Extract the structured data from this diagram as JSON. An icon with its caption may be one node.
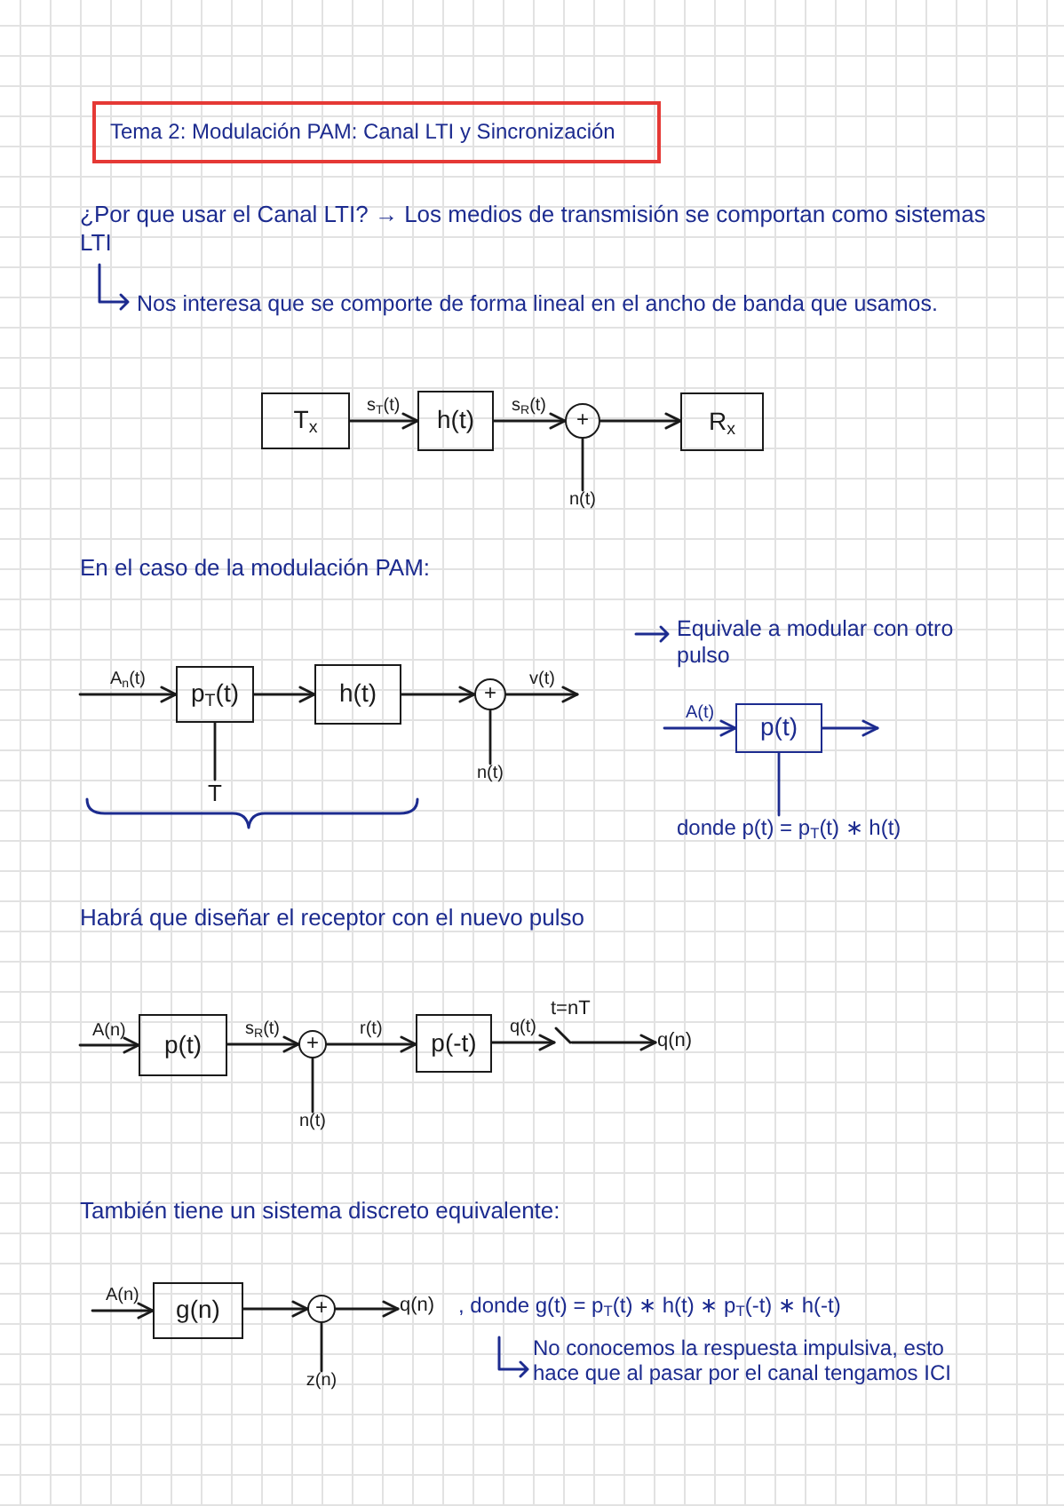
{
  "diagram": {
    "title": "Tema 2: Modulación PAM: Canal LTI y Sincronización",
    "nodes": [
      {
        "text": [
          "T$_{x}$"
        ]
      },
      {
        "text": [
          "h(t)"
        ]
      },
      {
        "text": [
          "+"
        ]
      },
      {
        "text": [
          "R$_{x}$"
        ]
      },
      {
        "text": [
          "n(t)"
        ]
      },
      {
        "text": [
          "p$_{T}$(t)"
        ]
      },
      {
        "text": [
          "h(t)"
        ]
      },
      {
        "text": [
          "+"
        ]
      },
      {
        "text": [
          "n(t)"
        ]
      },
      {
        "text": [
          "T"
        ]
      },
      {
        "text": [
          "p(t)"
        ]
      },
      {
        "text": [
          "donde p(t) = p$_{T}$(t) ∗ h(t)"
        ]
      },
      {
        "text": [
          "p(t)"
        ]
      },
      {
        "text": [
          "+"
        ]
      },
      {
        "text": [
          "n(t)"
        ]
      },
      {
        "text": [
          "p(-t)"
        ]
      },
      {
        "text": [],
        "shape": "switch",
        "beside": [
          "t=nT"
        ]
      },
      {
        "text": [
          "q(n)"
        ]
      },
      {
        "text": [
          "g(n)"
        ]
      },
      {
        "text": [
          "+"
        ]
      },
      {
        "text": [
          "z(n)"
        ]
      },
      {
        "text": [
          "q(n)"
        ]
      }
    ],
    "edges": [
      {
        "from": 0,
        "to": 1,
        "arrow": "to",
        "label": "s$_{T}$(t)"
      },
      {
        "from": 1,
        "to": 2,
        "arrow": "to",
        "label": "s$_{R}$(t)"
      },
      {
        "from": 2,
        "to": 3,
        "arrow": "to"
      },
      {
        "from": 4,
        "to": 2,
        "arrow": "none"
      },
      {
        "from": null,
        "to": 5,
        "arrow": "to",
        "label": "A$_{n}$(t)"
      },
      {
        "from": 5,
        "to": 6,
        "arrow": "to"
      },
      {
        "from": 6,
        "to": 7,
        "arrow": "to"
      },
      {
        "from": 7,
        "to": null,
        "arrow": "to",
        "label": "v(t)"
      },
      {
        "from": 9,
        "to": 5,
        "arrow": "none"
      },
      {
        "from": 8,
        "to": 7,
        "arrow": "none"
      },
      {
        "from": null,
        "to": 10,
        "arrow": "to",
        "label": "A(t)",
        "color": "#1c2b8f"
      },
      {
        "from": 10,
        "to": null,
        "arrow": "to",
        "color": "#1c2b8f"
      },
      {
        "from": 11,
        "to": 10,
        "arrow": "none",
        "color": "#1c2b8f"
      },
      {
        "from": null,
        "to": 12,
        "arrow": "to",
        "label": "A(n)"
      },
      {
        "from": 12,
        "to": 13,
        "arrow": "to",
        "label": "s$_{R}$(t)"
      },
      {
        "from": 14,
        "to": 13,
        "arrow": "none"
      },
      {
        "from": 13,
        "to": 15,
        "arrow": "to",
        "label": "r(t)"
      },
      {
        "from": 15,
        "to": 16,
        "arrow": "to",
        "label": "q(t)"
      },
      {
        "from": 16,
        "to": 17,
        "arrow": "to"
      },
      {
        "from": null,
        "to": 18,
        "arrow": "to",
        "label": "A(n)"
      },
      {
        "from": 18,
        "to": 19,
        "arrow": "to"
      },
      {
        "from": 20,
        "to": 19,
        "arrow": "none"
      },
      {
        "from": 19,
        "to": 21,
        "arrow": "to"
      }
    ],
    "labels": [
      "¿Por que usar el Canal LTI? → Los medios de transmisión se comportan como sistemas LTI",
      "Nos interesa que se comporte de forma lineal en el ancho de banda que usamos.",
      "En el caso de la modulación PAM:",
      "Equivale a modular con otro pulso",
      "Habrá que diseñar el receptor con el nuevo pulso",
      "También tiene un sistema discreto equivalente:",
      ", donde g(t) = p$_{T}$(t) ∗ h(t) ∗ p$_{T}$(-t) ∗ h(-t)",
      "No conocemos la respuesta impulsiva, esto hace que al pasar por el canal tengamos ICI"
    ]
  }
}
